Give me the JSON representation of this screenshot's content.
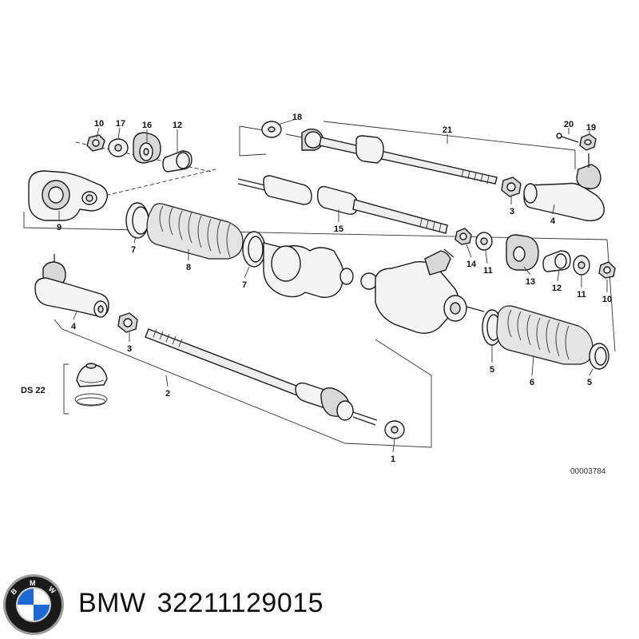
{
  "diagram": {
    "callouts": [
      "10",
      "17",
      "16",
      "12",
      "18",
      "21",
      "20",
      "19",
      "9",
      "3",
      "4",
      "15",
      "7",
      "8",
      "7",
      "14",
      "11",
      "13",
      "12",
      "11",
      "10",
      "4",
      "3",
      "5",
      "6",
      "5",
      "2",
      "1"
    ],
    "group_label": "DS 22",
    "reference_code": "00003784"
  },
  "caption": {
    "brand": "BMW",
    "part_number": "32211129015"
  },
  "logo": {
    "lettering": "BMW",
    "colors": {
      "blue": "#1c69d4",
      "white": "#ffffff",
      "ring": "#1a1a1a",
      "rim": "#9a9a9a"
    }
  }
}
